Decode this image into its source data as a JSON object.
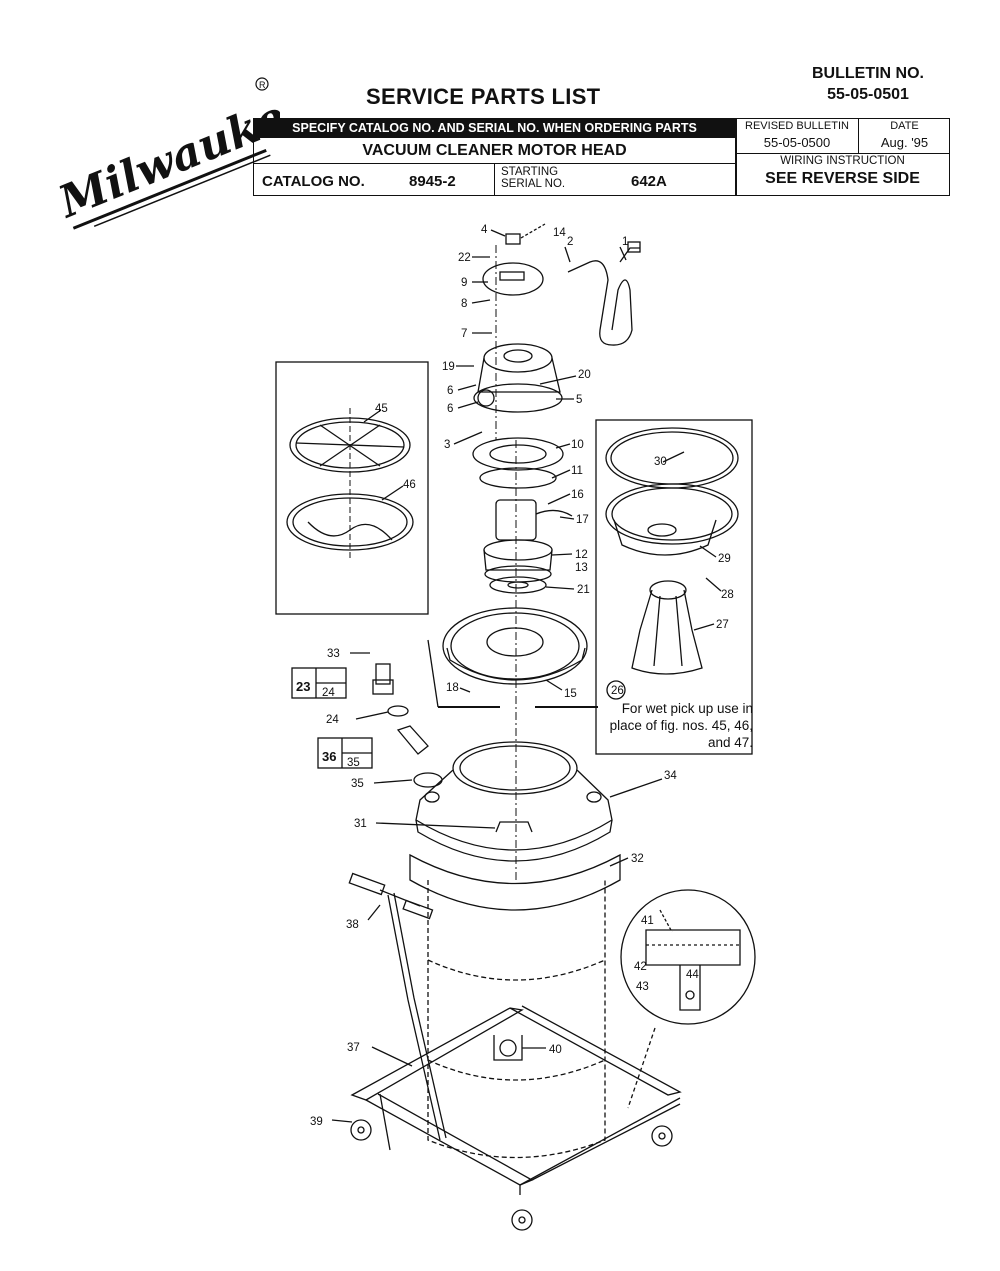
{
  "header": {
    "brand": "Milwaukee",
    "title": "SERVICE PARTS LIST",
    "bulletin_label": "BULLETIN NO.",
    "bulletin_number": "55-05-0501",
    "specify_note": "SPECIFY CATALOG NO. AND SERIAL NO. WHEN ORDERING PARTS",
    "product": "VACUUM CLEANER MOTOR HEAD",
    "catalog_label": "CATALOG NO.",
    "catalog_number": "8945-2",
    "serial_label_line1": "STARTING",
    "serial_label_line2": "SERIAL NO.",
    "serial_number": "642A",
    "revised_label": "REVISED BULLETIN",
    "revised_value": "55-05-0500",
    "date_label": "DATE",
    "date_value": "Aug. '95",
    "wiring_label": "WIRING INSTRUCTION",
    "wiring_value": "SEE REVERSE SIDE"
  },
  "callouts": {
    "c1": "1",
    "c2": "2",
    "c3": "3",
    "c4": "4",
    "c5": "5",
    "c6a": "6",
    "c6b": "6",
    "c7": "7",
    "c8": "8",
    "c9": "9",
    "c10": "10",
    "c11": "11",
    "c12": "12",
    "c13": "13",
    "c14": "14",
    "c15": "15",
    "c16": "16",
    "c17": "17",
    "c18": "18",
    "c19": "19",
    "c20": "20",
    "c21": "21",
    "c22": "22",
    "c23": "23",
    "c24a": "24",
    "c24b": "24",
    "c26": "26",
    "c27": "27",
    "c28": "28",
    "c29": "29",
    "c30": "30",
    "c31": "31",
    "c32": "32",
    "c33": "33",
    "c34": "34",
    "c35a": "35",
    "c35b": "35",
    "c36": "36",
    "c37": "37",
    "c38": "38",
    "c39": "39",
    "c40": "40",
    "c41": "41",
    "c42": "42",
    "c43": "43",
    "c44": "44",
    "c45": "45",
    "c46": "46"
  },
  "note": "For wet pick up use in place of fig. nos. 45, 46, and 47."
}
